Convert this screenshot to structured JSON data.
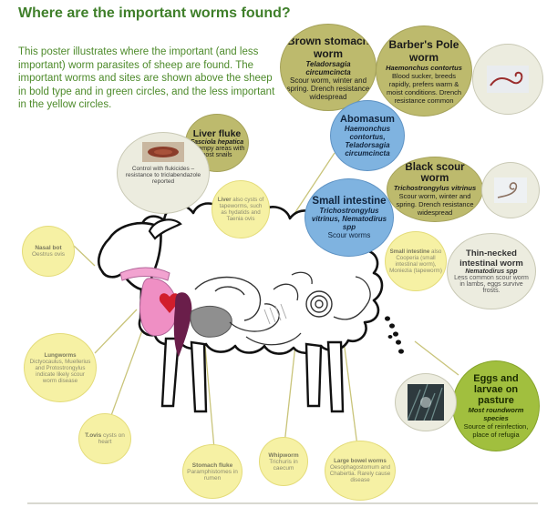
{
  "title": "Where are the important worms found?",
  "intro": "This poster illustrates where the important (and less important) worm parasites of sheep are found. The important worms and sites are shown above the sheep in bold type and in green circles, and the less important in the yellow circles.",
  "circles": {
    "brown_stomach": {
      "name": "Brown stomach worm",
      "species": "Teladorsagia circumcincta",
      "note": "Scour worm, winter and spring. Drench resistance widespread"
    },
    "barbers_pole": {
      "name": "Barber's Pole worm",
      "species": "Haemonchus contortus",
      "note": "Blood sucker, breeds rapidly, prefers warm & moist conditions. Drench resistance common"
    },
    "liver_fluke": {
      "name": "Liver fluke",
      "species": "Fasciola hepatica",
      "note": "Swampy areas with host snails"
    },
    "fluke_drug": {
      "note": "Control with flukicides – resistance to triclabendazole reported"
    },
    "abomasum": {
      "name": "Abomasum",
      "species": "Haemonchus contortus, Teladorsagia circumcincta"
    },
    "black_scour": {
      "name": "Black scour worm",
      "species": "Trichostrongylus vitrinus",
      "note": "Scour worm, winter and spring. Drench resistance widespread"
    },
    "small_intestine": {
      "name": "Small intestine",
      "species": "Trichostrongylus vitrinus, Nematodirus spp",
      "note": "Scour worms"
    },
    "thin_necked": {
      "name": "Thin-necked intestinal worm",
      "species": "Nematodirus spp",
      "note": "Less common scour worm in lambs, eggs survive frosts."
    },
    "eggs_larvae": {
      "name": "Eggs and larvae on pasture",
      "species": "Most roundworm species",
      "note": "Source of reinfection, place of refugia"
    },
    "liver_cysts": {
      "lead": "Liver",
      "note": "also cysts of tapeworms, such as hydatids and Taenia ovis"
    },
    "nasal_bot": {
      "lead": "Nasal bot",
      "note": "Oestrus ovis"
    },
    "small_int_yellow": {
      "lead": "Small intestine",
      "note": "also Cooperia (small intestinal worm), Moniezia (tapeworm)"
    },
    "lungworms": {
      "lead": "Lungworms",
      "note": "Dictyocaulus, Muellerius and Protostrongylus indicate likely scour worm disease"
    },
    "t_ovis": {
      "lead": "T.ovis",
      "note": "cysts on heart"
    },
    "stomach_fluke": {
      "lead": "Stomach fluke",
      "note": "Paramphistomes in rumen"
    },
    "whipworm": {
      "lead": "Whipworm",
      "note": "Trichuris in caecum"
    },
    "large_bowel": {
      "lead": "Large bowel worms",
      "note": "Oesophagostomum and Chabertia. Rarely cause disease"
    }
  },
  "colors": {
    "title": "#3f7f2a",
    "olive": "#bdba6d",
    "grey": "#ececdf",
    "blue": "#7fb3e0",
    "green": "#a1bf3e",
    "yellow": "#f6f1a4"
  },
  "icons": [
    "fluke-photo",
    "barbers-pole-worm-photo",
    "black-scour-worm-photo",
    "larvae-on-grass-photo"
  ]
}
